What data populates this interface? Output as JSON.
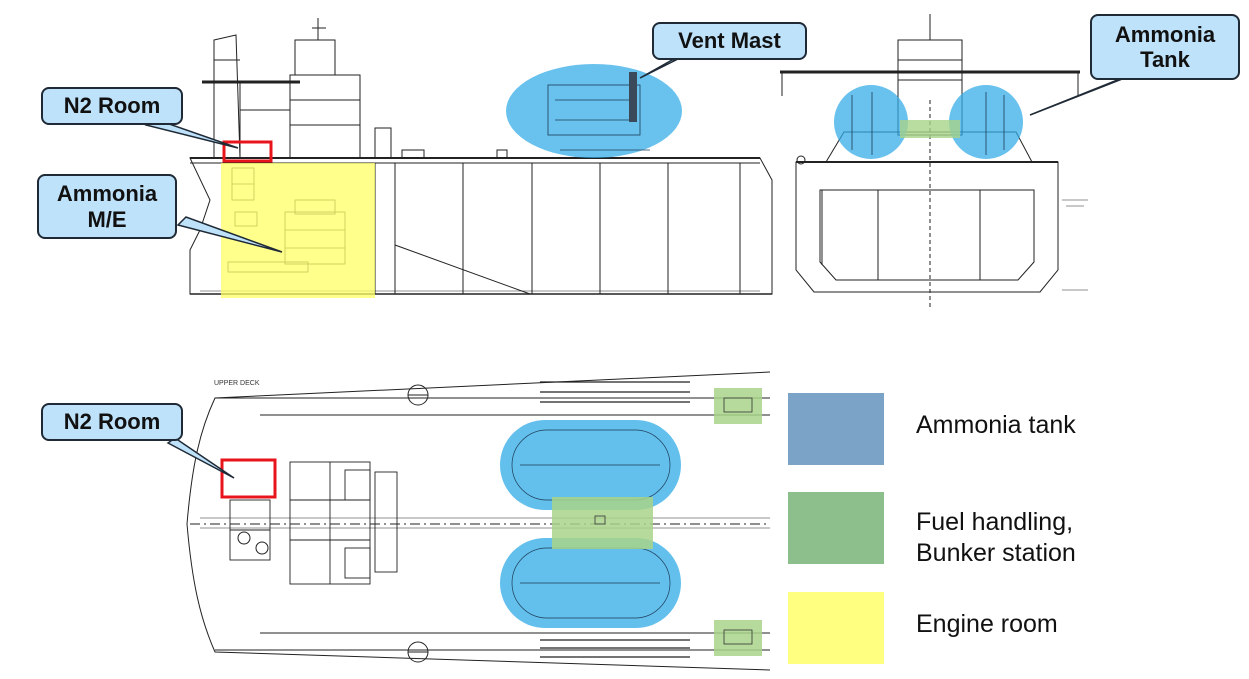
{
  "callouts": {
    "n2_room_side": "N2 Room",
    "ammonia_me": "Ammonia\nM/E",
    "vent_mast": "Vent Mast",
    "ammonia_tank": "Ammonia\nTank",
    "n2_room_plan": "N2 Room"
  },
  "plan_labels": {
    "upper_deck": "UPPER DECK"
  },
  "legend": {
    "items": [
      {
        "label": "Ammonia tank",
        "color": "#7ba3c8"
      },
      {
        "label": "Fuel handling,\nBunker station",
        "color": "#8cbf8c"
      },
      {
        "label": "Engine room",
        "color": "#ffff80"
      }
    ]
  },
  "colors": {
    "ammonia_highlight": "#2fa9e6",
    "fuel_highlight": "#a8d38a",
    "engine_highlight": "#ffff66",
    "n2_box": "#e8141b",
    "callout_fill": "#bfe2fb"
  }
}
